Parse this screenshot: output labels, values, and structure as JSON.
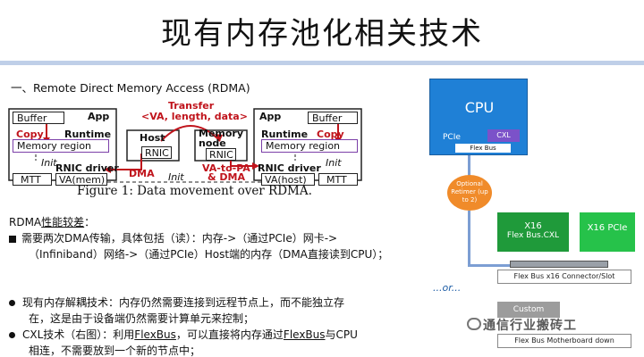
{
  "title": "现有内存池化相关技术",
  "section_head": "一、Remote Direct Memory Access (RDMA)",
  "figure": {
    "caption": "Figure 1: Data movement over RDMA.",
    "left": {
      "buffer": "Buffer",
      "app": "App",
      "copy": "Copy",
      "runtime": "Runtime",
      "memory_region": "Memory region",
      "init": "Init",
      "rnic_driver": "RNIC driver",
      "mtt": "MTT",
      "va_mem": "VA(mem)"
    },
    "middle": {
      "host": "Host",
      "rnic": "RNIC",
      "transfer": "Transfer",
      "transfer_detail": "<VA, length, data>",
      "dma": "DMA",
      "init": "Init",
      "memory_node": "Memory node",
      "rnic2": "RNIC",
      "va_to_pa": "VA-to-PA",
      "and_dma": "& DMA"
    },
    "right": {
      "app": "App",
      "buffer": "Buffer",
      "runtime": "Runtime",
      "copy": "Copy",
      "memory_region": "Memory region",
      "rnic_driver": "RNIC driver",
      "init": "Init",
      "va_host": "VA(host)",
      "mtt": "MTT"
    }
  },
  "rdma_weakness": {
    "lead": "RDMA",
    "underlined": "性能较差",
    "colon": "：",
    "bullet1_line1": "需要两次DMA传输，具体包括（读）：内存->（通过PCIe）网卡->",
    "bullet1_line2": "（Infiniband）网络->（通过PCIe）Host端的内存（DMA直接读到CPU）；"
  },
  "bullets": [
    {
      "line1": "现有内存解耦技术：内存仍然需要连接到远程节点上，而不能独立存",
      "line2": "在，这是由于设备端仍然需要计算单元来控制；"
    },
    {
      "pre": "CXL技术（右图）：利用",
      "u1": "FlexBus",
      "mid": "，可以直接将内存通过",
      "u2": "FlexBus",
      "post": "与CPU",
      "line2": "相连，不需要放到一个新的节点中；"
    }
  ],
  "diagram": {
    "cpu": "CPU",
    "pcie": "PCIe",
    "cxl": "CXL",
    "flex_bus": "Flex Bus",
    "retimer": "Optional Retimer (up to 2)",
    "card_cxl_title": "X16",
    "card_cxl_sub": "Flex Bus.CXL",
    "card_pcie": "X16 PCIe",
    "slot": "Flex Bus x16 Connector/Slot",
    "or": "...or...",
    "custom": "Custom",
    "motherboard": "Flex Bus Motherboard down"
  },
  "watermark": "通信行业搬砖工"
}
